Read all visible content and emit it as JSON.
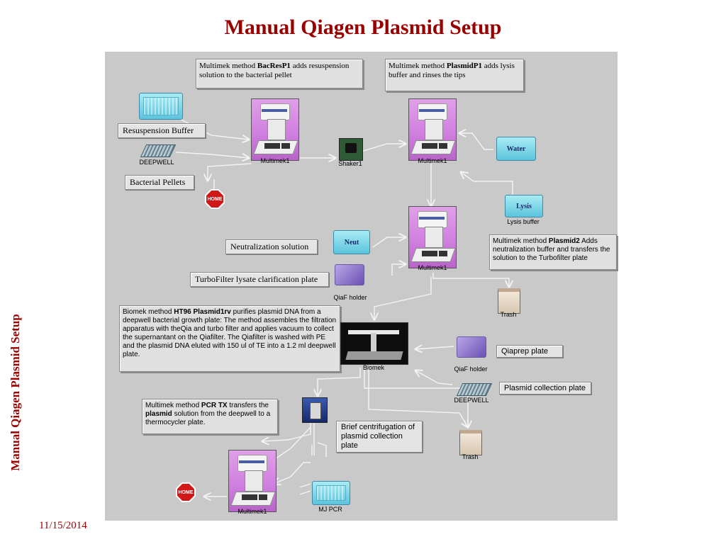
{
  "slide": {
    "title": "Manual Qiagen Plasmid Setup",
    "side_title": "Manual Qiagen Plasmid Setup",
    "date": "11/15/2014"
  },
  "notes": {
    "bacrespl": {
      "pre": "Multimek method ",
      "bold": "BacResP1",
      "post": " adds resuspension solution to the bacterial pellet"
    },
    "plasmidp1": {
      "pre": "Multimek method ",
      "bold": "PlasmidP1",
      "post": " adds lysis buffer and rinses the tips"
    },
    "plasmid2": {
      "pre": "Multimek method ",
      "bold": "Plasmid2",
      "post": " Adds neutralization buffer and transfers the solution to the Turbofilter plate"
    },
    "ht96": {
      "pre": "Biomek method ",
      "bold": "HT96 Plasmid1rv",
      "post": " purifies plasmid DNA from a deepwell bacterial growth plate: The method assembles the filtration apparatus with theQia and turbo filter and applies vacuum to collect the supernantant on the Qiafilter.  The Qiafilter is washed with PE and the plasmid DNA eluted with 150 ul of TE into a 1.2 ml deepwell plate."
    },
    "pcrtx": {
      "pre": "Multimek method ",
      "bold": "PCR TX",
      "mid": " transfers the ",
      "bold2": "plasmid",
      "post": " solution from the deepwell to a thermocycler plate."
    }
  },
  "labels": {
    "resuspension_buffer": "Resuspension Buffer",
    "bacterial_pellets": "Bacterial Pellets",
    "neutralization_solution": "Neutralization solution",
    "turbofilter": "TurboFilter lysate clarification plate",
    "qiaprep_plate": "Qiaprep plate",
    "plasmid_collection_plate": "Plasmid collection plate",
    "brief_centrifugation": "Brief centrifugation of plasmid collection plate"
  },
  "captions": {
    "deepwell": "DEEPWELL",
    "multimek": "Multimek1",
    "shaker": "Shaker1",
    "lysis_buffer": "Lysis buffer",
    "qiaf_holder": "QiaF  holder",
    "trash": "Trash",
    "biomek": "Biomek",
    "mj_pcr": "MJ  PCR"
  },
  "icons": {
    "home": "HOME",
    "water": "Water",
    "lysis": "Lysis",
    "neut": "Neut"
  },
  "colors": {
    "title": "#990000",
    "panel": "#c9c9c9",
    "multimek": "#d080e0",
    "reservoir": "#5cc4dc",
    "qiaf": "#6a50b4",
    "stop": "#d01818"
  }
}
